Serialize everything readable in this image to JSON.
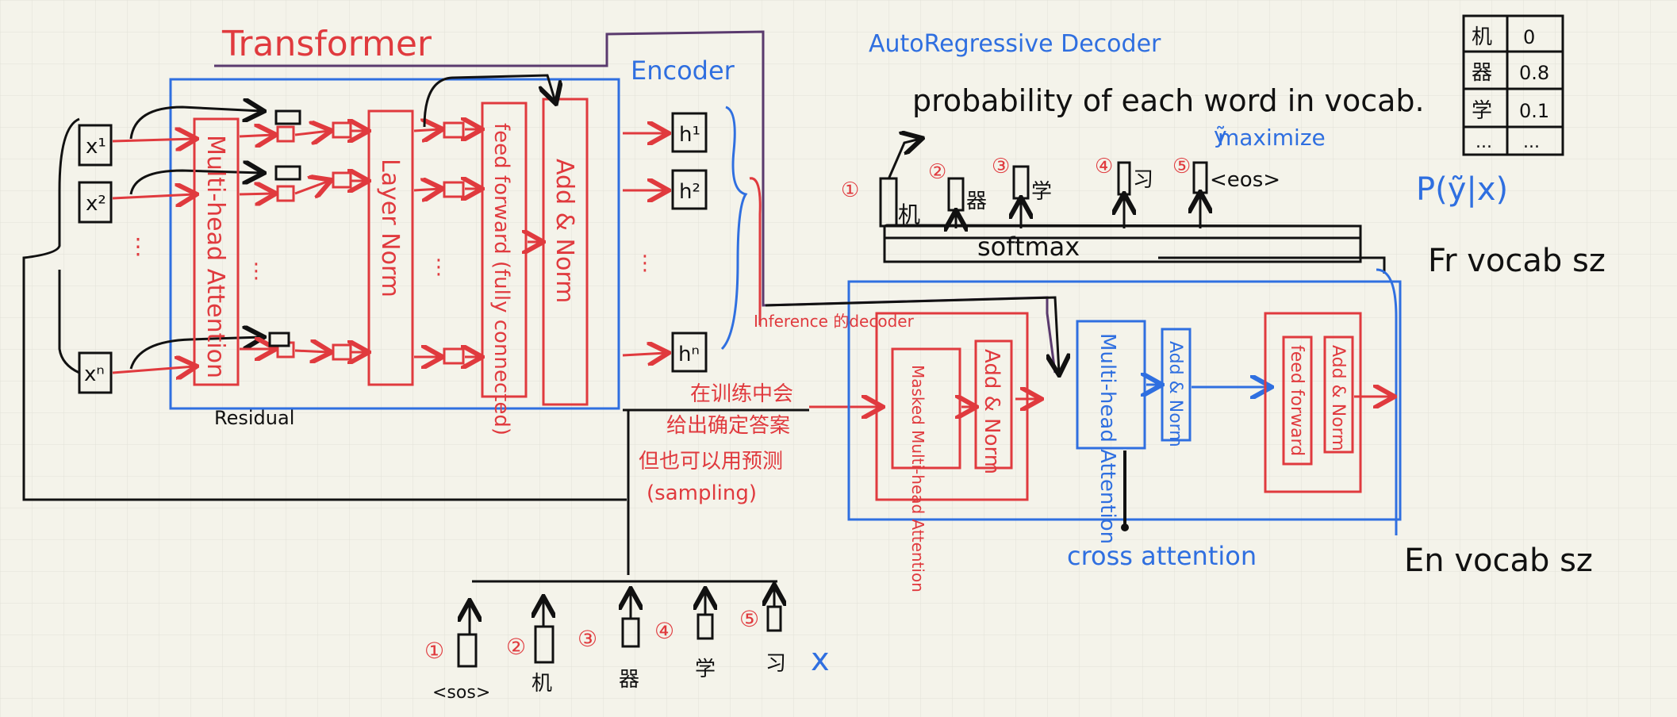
{
  "colors": {
    "red": "#e03a3e",
    "blue": "#2f6fe0",
    "black": "#111111",
    "grid": "#dcdcd4",
    "paper": "#f4f3ea"
  },
  "titles": {
    "transformer": "Transformer",
    "encoder": "Encoder",
    "decoder_title": "AutoRegressive Decoder",
    "probability": "probability of each word in vocab.",
    "maximize": "maximize",
    "maximize_formula": "P(ỹ|x)",
    "fr_vocab": "Fr vocab sz",
    "en_vocab": "En vocab sz",
    "cross_attention": "cross attention",
    "residual": "Residual"
  },
  "encoder": {
    "inputs": [
      "x¹",
      "x²",
      "xⁿ"
    ],
    "outputs": [
      "h¹",
      "h²",
      "hⁿ"
    ],
    "blocks": [
      "Multi-head Attention",
      "Layer Norm",
      "feed forward (fully connected)",
      "Add & Norm"
    ],
    "ellipsis": "⋮"
  },
  "inference_note": {
    "label": "Inference 的decoder",
    "lines": [
      "在训练中会",
      "给出确定答案",
      "但也可以用预测",
      "(sampling)"
    ]
  },
  "decoder": {
    "outputs": [
      {
        "step": "①",
        "token": "机"
      },
      {
        "step": "②",
        "token": "器"
      },
      {
        "step": "③",
        "token": "学"
      },
      {
        "step": "④",
        "token": "习"
      },
      {
        "step": "⑤",
        "token": "<eos>"
      }
    ],
    "softmax": "softmax",
    "masked_attention": "Masked Multi-head Attention",
    "add_norm": "Add & Norm",
    "multihead_attention": "Multi-head Attention",
    "feed_forward": "feed forward",
    "y_tilde": "ỹ"
  },
  "bottom_inputs": {
    "tokens": [
      {
        "step": "①",
        "token": "<sos>"
      },
      {
        "step": "②",
        "token": "机"
      },
      {
        "step": "③",
        "token": "器"
      },
      {
        "step": "④",
        "token": "学"
      },
      {
        "step": "⑤",
        "token": "习"
      }
    ],
    "x_label": "x"
  },
  "vocab_table": [
    {
      "word": "机",
      "prob": "0"
    },
    {
      "word": "器",
      "prob": "0.8"
    },
    {
      "word": "学",
      "prob": "0.1"
    },
    {
      "word": "...",
      "prob": "..."
    }
  ]
}
